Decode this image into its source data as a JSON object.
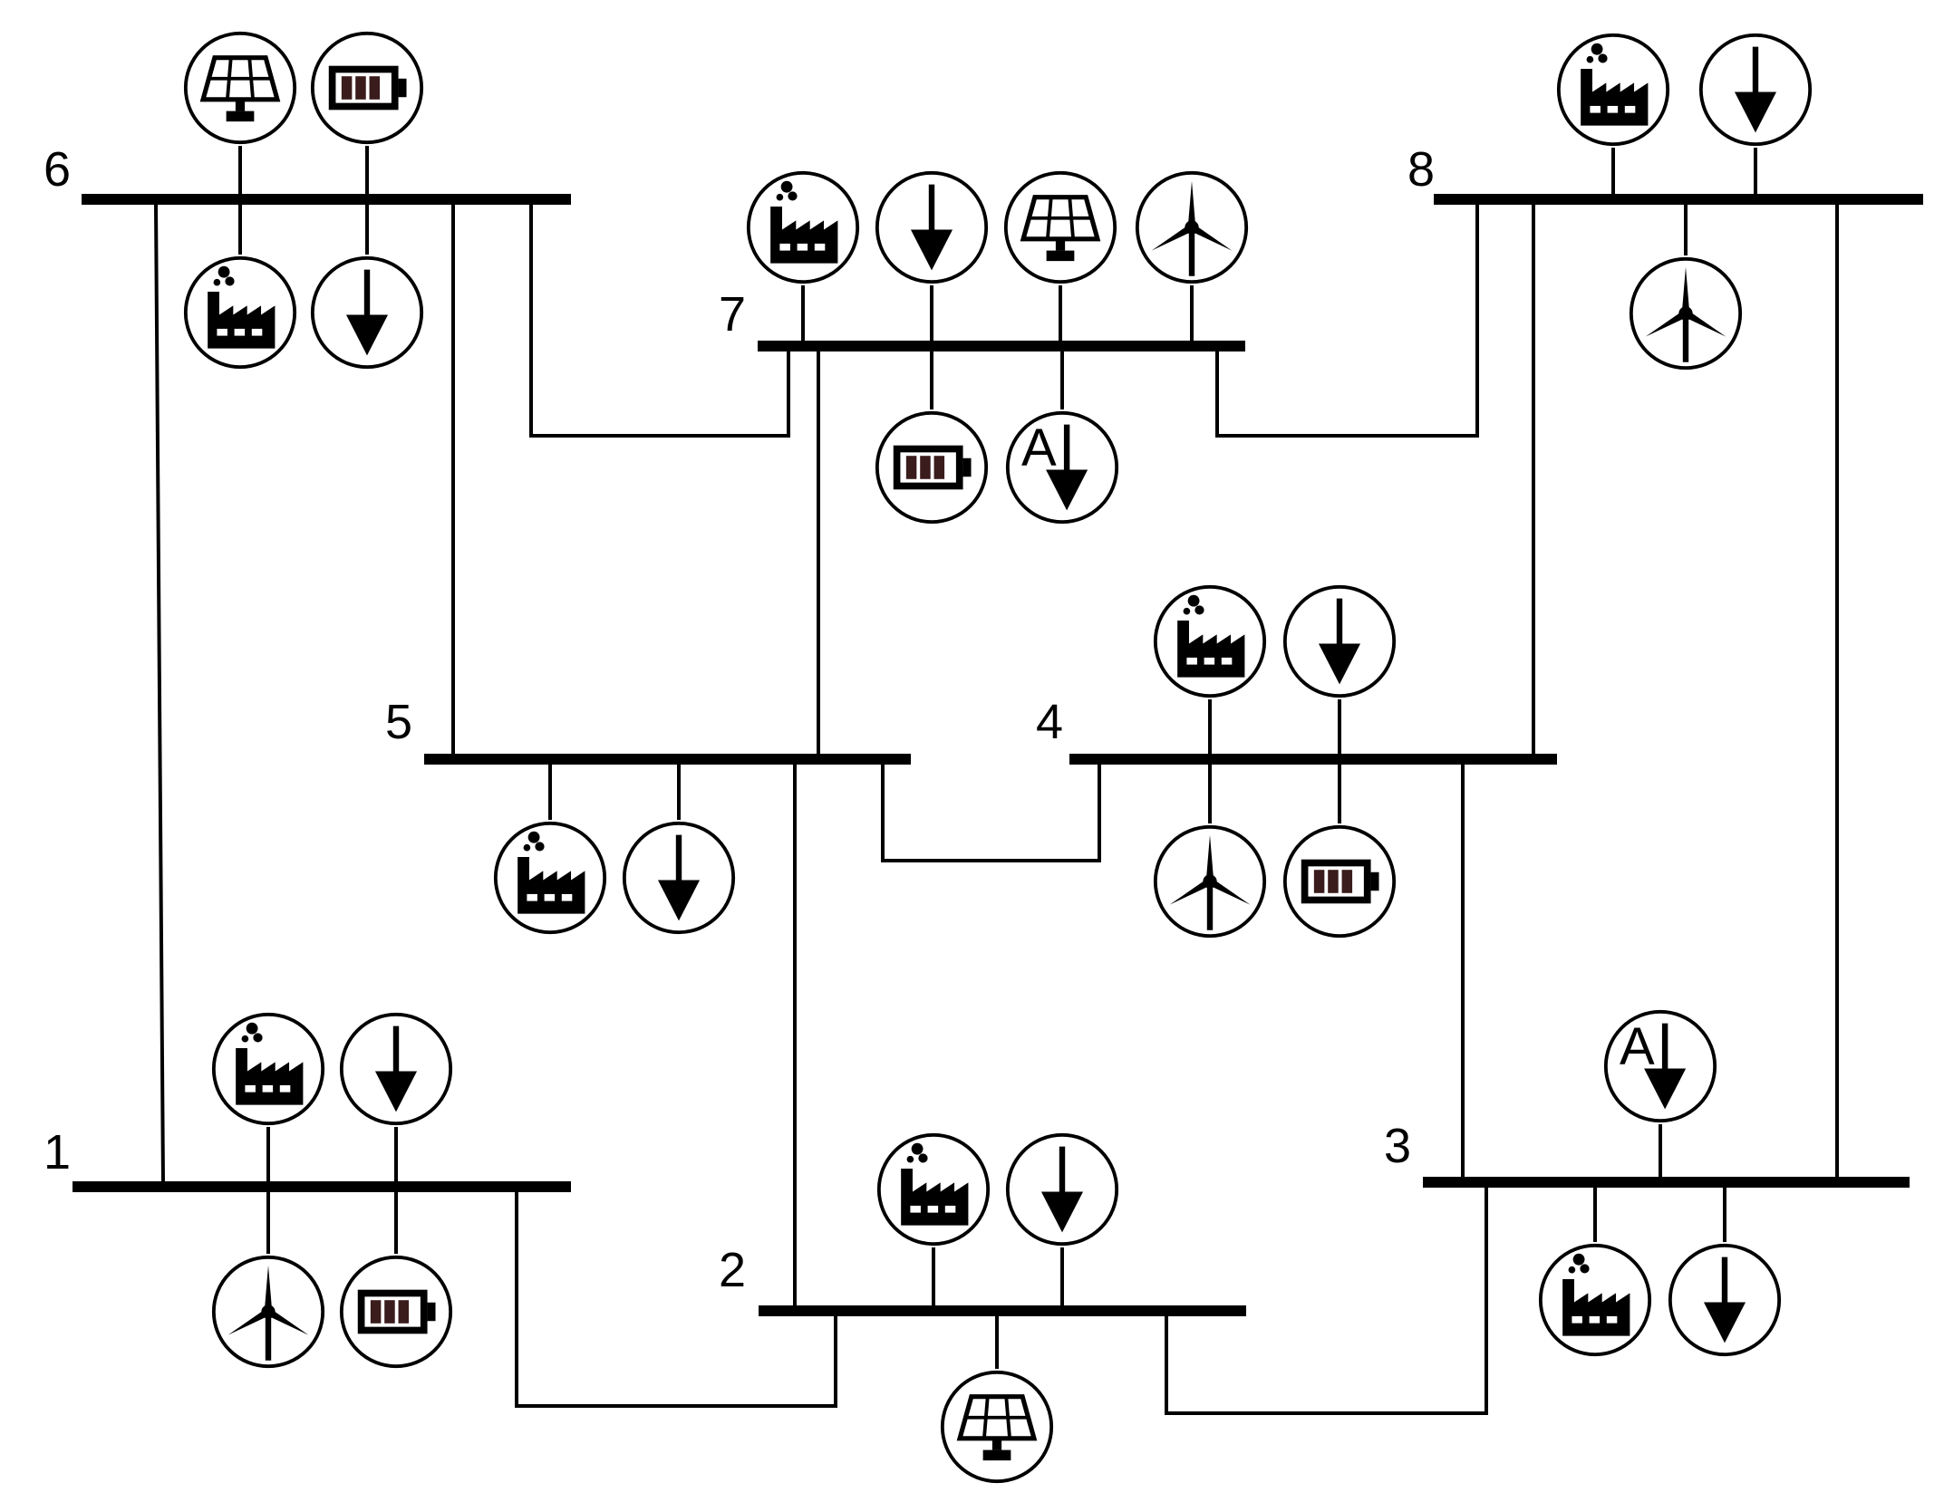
{
  "buses": [
    {
      "id": "bus-1",
      "label": "1"
    },
    {
      "id": "bus-2",
      "label": "2"
    },
    {
      "id": "bus-3",
      "label": "3"
    },
    {
      "id": "bus-4",
      "label": "4"
    },
    {
      "id": "bus-5",
      "label": "5"
    },
    {
      "id": "bus-6",
      "label": "6"
    },
    {
      "id": "bus-7",
      "label": "7"
    },
    {
      "id": "bus-8",
      "label": "8"
    }
  ],
  "devices": {
    "bus-1": [
      "factory-icon",
      "load-arrow-icon",
      "wind-turbine-icon",
      "battery-icon"
    ],
    "bus-2": [
      "factory-icon",
      "load-arrow-icon",
      "solar-panel-icon"
    ],
    "bus-3": [
      "adjustable-load-icon",
      "factory-icon",
      "load-arrow-icon"
    ],
    "bus-4": [
      "factory-icon",
      "load-arrow-icon",
      "wind-turbine-icon",
      "battery-icon"
    ],
    "bus-5": [
      "factory-icon",
      "load-arrow-icon"
    ],
    "bus-6": [
      "solar-panel-icon",
      "battery-icon",
      "factory-icon",
      "load-arrow-icon"
    ],
    "bus-7": [
      "factory-icon",
      "load-arrow-icon",
      "solar-panel-icon",
      "wind-turbine-icon",
      "battery-icon",
      "adjustable-load-icon"
    ],
    "bus-8": [
      "factory-icon",
      "load-arrow-icon",
      "wind-turbine-icon"
    ]
  },
  "adjustable_load_letter": "A",
  "lines": [
    [
      "bus-1",
      "bus-6"
    ],
    [
      "bus-1",
      "bus-2"
    ],
    [
      "bus-2",
      "bus-5"
    ],
    [
      "bus-2",
      "bus-3"
    ],
    [
      "bus-3",
      "bus-4"
    ],
    [
      "bus-3",
      "bus-8"
    ],
    [
      "bus-4",
      "bus-5"
    ],
    [
      "bus-4",
      "bus-8"
    ],
    [
      "bus-5",
      "bus-6"
    ],
    [
      "bus-5",
      "bus-7"
    ],
    [
      "bus-6",
      "bus-7"
    ],
    [
      "bus-7",
      "bus-8"
    ]
  ]
}
